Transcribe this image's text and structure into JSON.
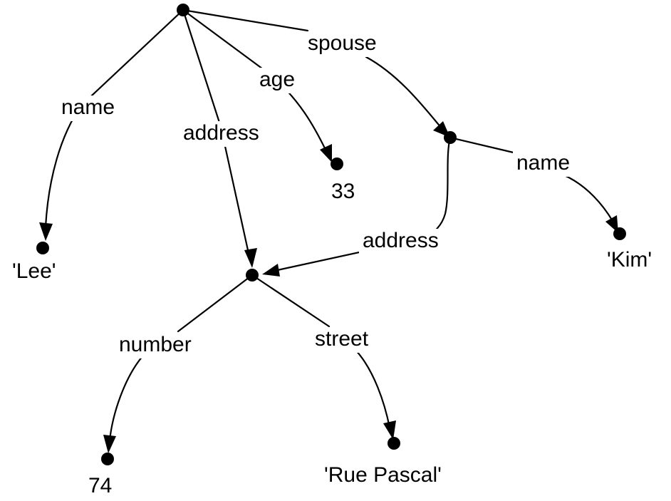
{
  "diagram": {
    "edges": {
      "root_name": "name",
      "root_address": "address",
      "root_age": "age",
      "root_spouse": "spouse",
      "spouse_name": "name",
      "spouse_address": "address",
      "address_number": "number",
      "address_street": "street"
    },
    "values": {
      "lee": "'Lee'",
      "age_value": "33",
      "kim": "'Kim'",
      "number_value": "74",
      "street_value": "'Rue Pascal'"
    }
  }
}
